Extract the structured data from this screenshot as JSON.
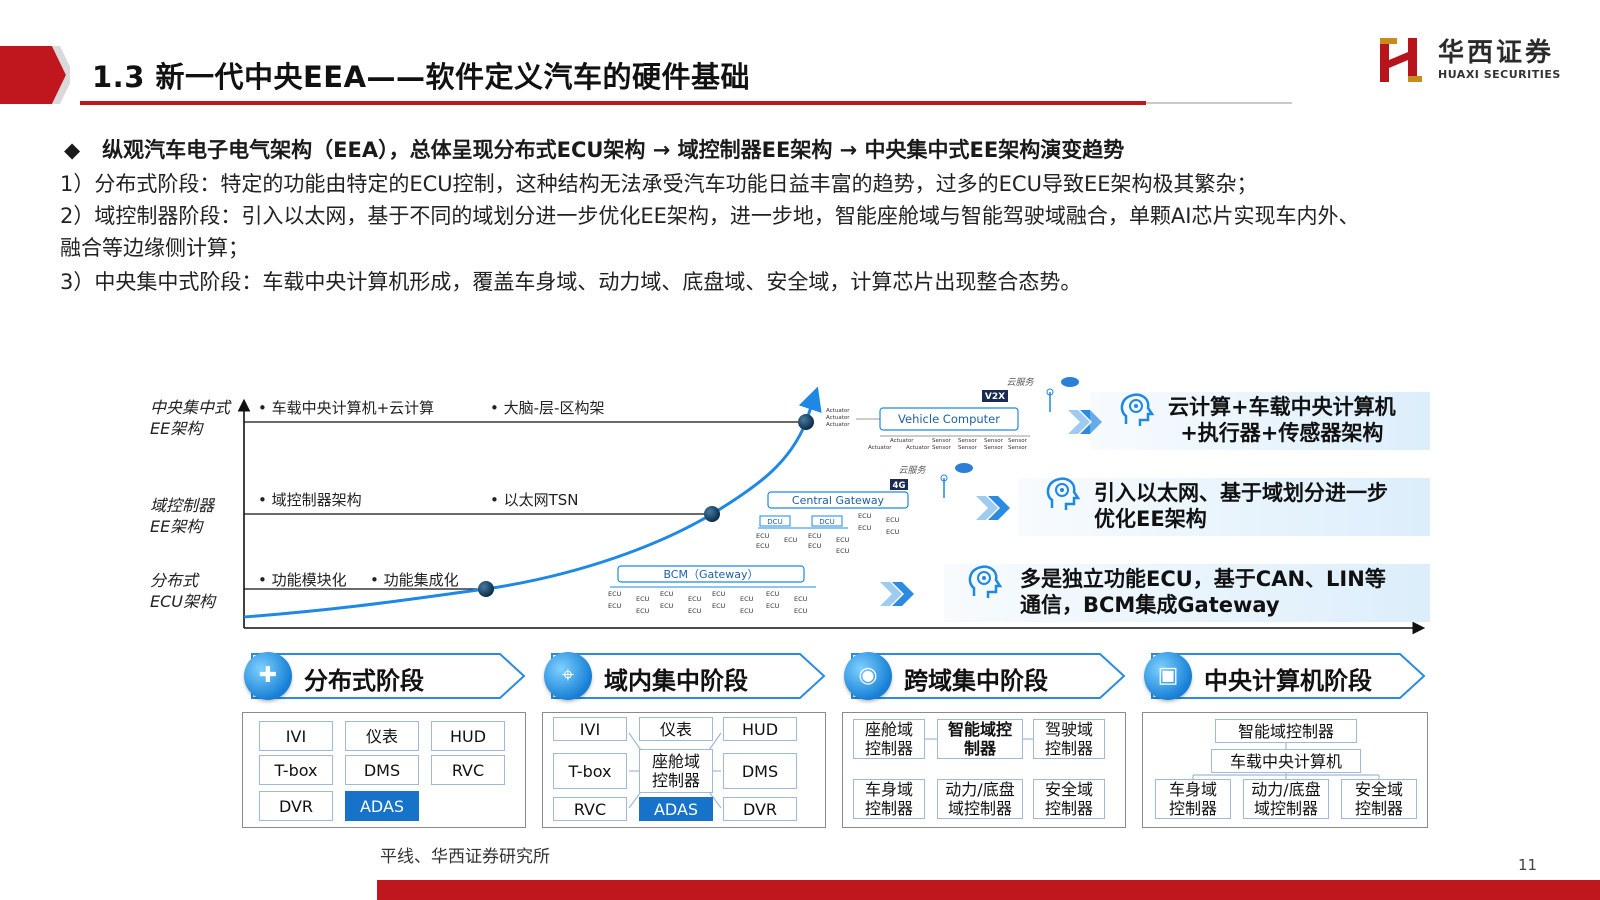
{
  "header": {
    "title": "1.3 新一代中央EEA——软件定义汽车的硬件基础",
    "logo_cn": "华西证券",
    "logo_en": "HUAXI SECURITIES"
  },
  "summary": {
    "bullet": "纵观汽车电子电气架构（EEA），总体呈现分布式ECU架构 → 域控制器EE架构 → 中央集中式EE架构演变趋势",
    "lines": [
      "1）分布式阶段：特定的功能由特定的ECU控制，这种结构无法承受汽车功能日益丰富的趋势，过多的ECU导致EE架构极其繁杂；",
      "2）域控制器阶段：引入以太网，基于不同的域划分进一步优化EE架构，进一步地，智能座舱域与智能驾驶域融合，单颗AI芯片实现车内外、",
      "融合等边缘侧计算；",
      "3）中央集中式阶段：车载中央计算机形成，覆盖车身域、动力域、底盘域、安全域，计算芯片出现整合态势。"
    ]
  },
  "diagram": {
    "y_labels": [
      "中央集中式\nEE架构",
      "域控制器\nEE架构",
      "分布式\nECU架构"
    ],
    "row_items": {
      "top": [
        "• 车载中央计算机+云计算",
        "• 大脑-层-区构架"
      ],
      "mid": [
        "• 域控制器架构",
        "• 以太网TSN"
      ],
      "bot": [
        "• 功能模块化",
        "• 功能集成化"
      ]
    },
    "top_arch": {
      "cloud": "云服务",
      "v2x": "V2X",
      "computer": "Vehicle Computer",
      "actuator": "Actuator",
      "sensor": "Sensor"
    },
    "mid_arch": {
      "cloud": "云服务",
      "net": "4G",
      "gateway": "Central Gateway",
      "dcu": "DCU",
      "ecu": "ECU"
    },
    "bot_arch": {
      "gateway": "BCM（Gateway）",
      "ecu": "ECU"
    },
    "bands": [
      "云计算+车载中央计算机\n+执行器+传感器架构",
      "引入以太网、基于域划分进一步\n优化EE架构",
      "多是独立功能ECU，基于CAN、LIN等\n通信，BCM集成Gateway"
    ],
    "accent_color": "#1673c9"
  },
  "phases": [
    {
      "title": "分布式阶段",
      "icon": "puzzle-icon",
      "cells": [
        "IVI",
        "仪表",
        "HUD",
        "T-box",
        "DMS",
        "RVC",
        "DVR",
        "ADAS"
      ]
    },
    {
      "title": "域内集中阶段",
      "icon": "map-pin-icon",
      "cells": [
        "IVI",
        "仪表",
        "HUD",
        "T-box",
        "座舱域\n控制器",
        "DMS",
        "RVC",
        "ADAS",
        "DVR"
      ]
    },
    {
      "title": "跨域集中阶段",
      "icon": "network-pin-icon",
      "cells": [
        "座舱域\n控制器",
        "智能域控\n制器",
        "驾驶域\n控制器",
        "车身域\n控制器",
        "动力/底盘\n域控制器",
        "安全域\n控制器"
      ]
    },
    {
      "title": "中央计算机阶段",
      "icon": "computer-icon",
      "cells": [
        "智能域控制器",
        "车载中央计算机",
        "车身域\n控制器",
        "动力/底盘\n域控制器",
        "安全域\n控制器"
      ]
    }
  ],
  "source": "平线、华西证券研究所",
  "page_number": "11"
}
